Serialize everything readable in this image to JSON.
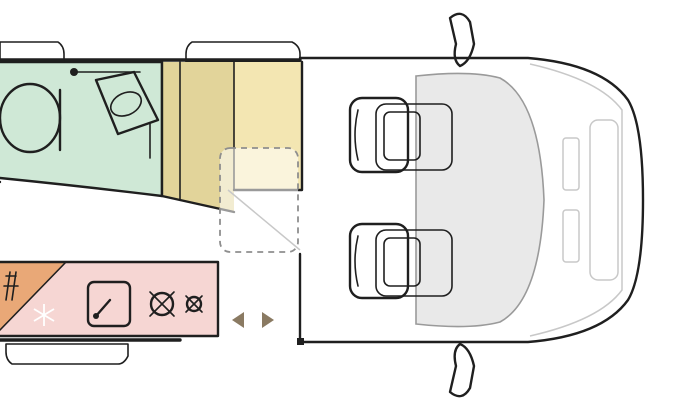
{
  "colors": {
    "background": "#ffffff",
    "outline": "#1f1f1f",
    "bathroom": "#cfe8d6",
    "wardrobe_dark": "#e2d49a",
    "wardrobe_light": "#f3e6b2",
    "seat": "#e3d490",
    "kitchen": "#f6d6d3",
    "fridge_top": "#e9a877",
    "fridge_bottom": "#f6d6d3",
    "cab_glass": "#e9e9e9",
    "arrow": "#8a7a62",
    "dashed": "#8e8e8e"
  },
  "icons": {
    "fridge": "snowflake-icon",
    "sink": "sink-icon",
    "burner": "gas-burner-icon",
    "aisle": "sliding-door-arrows-icon"
  },
  "zones": [
    "bathroom",
    "wardrobe",
    "kitchen",
    "fridge",
    "driver-seat",
    "passenger-seat",
    "cab"
  ],
  "burners": 2
}
